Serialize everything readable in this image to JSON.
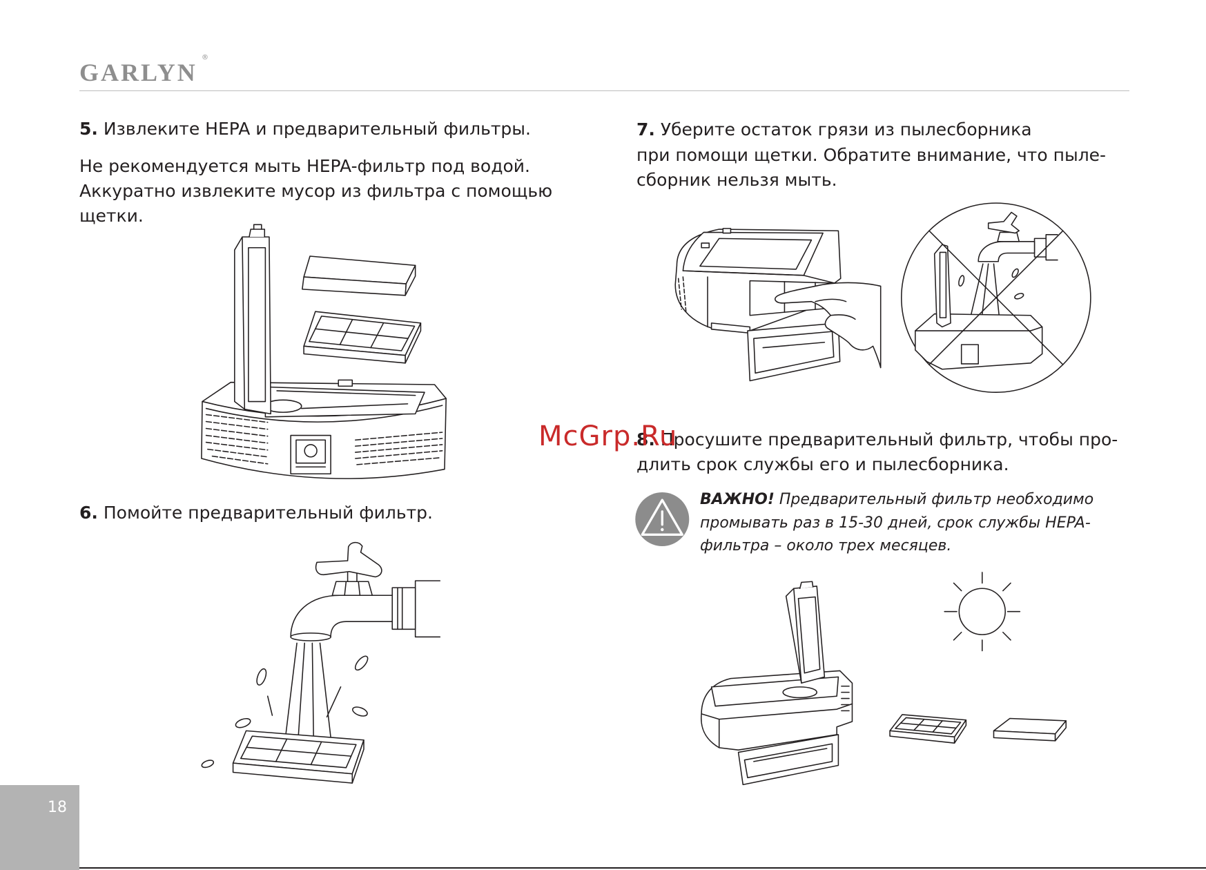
{
  "brand": {
    "name": "GARLYN",
    "registered": "®"
  },
  "left_column": {
    "step5": {
      "number": "5.",
      "title": "Извлеките HEPA и предварительный фильтры.",
      "note_lines": [
        "Не рекомендуется мыть HEPA-фильтр под водой.",
        "Аккуратно извлеките мусор из фильтра с помощью",
        "щетки."
      ]
    },
    "step6": {
      "number": "6.",
      "title": "Помойте предварительный фильтр."
    }
  },
  "right_column": {
    "step7": {
      "number": "7.",
      "lines": [
        "Уберите остаток грязи из пылесборника",
        "при помощи щетки. Обратите внимание, что пыле-",
        "сборник нельзя мыть."
      ]
    },
    "step8": {
      "number": "8.",
      "lines": [
        "Просушите предварительный фильтр, чтобы про-",
        "длить срок службы его и пылесборника."
      ]
    },
    "warning": {
      "icon": "warning-icon",
      "label": "ВАЖНО!",
      "lines": [
        "Предварительный фильтр необходимо",
        "промывать раз в 15-30 дней, срок службы HEPA-",
        "фильтра – около трех месяцев."
      ]
    }
  },
  "watermark": "McGrp.Ru",
  "page_number": "18",
  "colors": {
    "text": "#231f20",
    "brand": "#8e8e8e",
    "rule": "#bdbdbd",
    "page_tab": "#b3b3b3",
    "warning_icon": "#8c8c8c",
    "watermark": "#c92a2a"
  }
}
